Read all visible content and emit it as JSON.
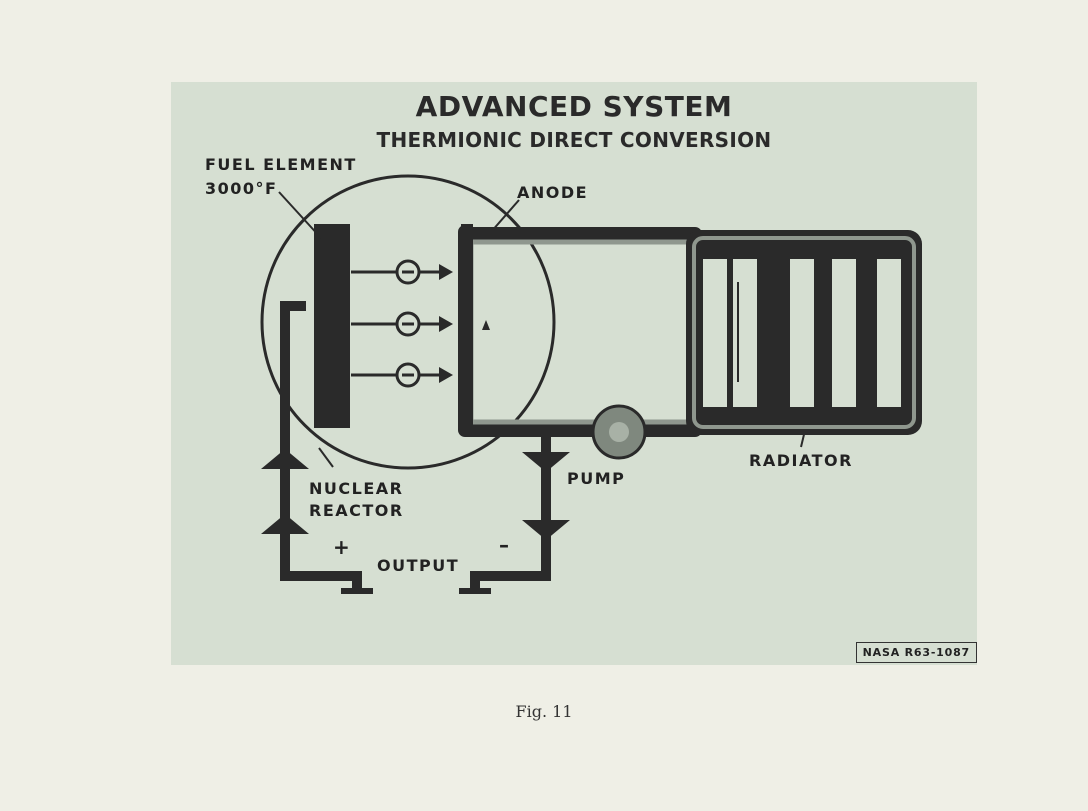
{
  "figure": {
    "title": "ADVANCED SYSTEM",
    "subtitle": "THERMIONIC DIRECT CONVERSION",
    "labels": {
      "fuel_element": "FUEL ELEMENT",
      "fuel_temp": "3000°F",
      "anode": "ANODE",
      "nuclear": "NUCLEAR",
      "reactor": "REACTOR",
      "pump": "PUMP",
      "radiator": "RADIATOR",
      "output": "OUTPUT",
      "plus": "+",
      "minus": "–",
      "electron": "⊖"
    },
    "tag": "NASA  R63-1087",
    "caption": "Fig. 11"
  },
  "colors": {
    "paper": "#efefe6",
    "plate": "#d6dfd2",
    "ink": "#2a2a2a"
  }
}
